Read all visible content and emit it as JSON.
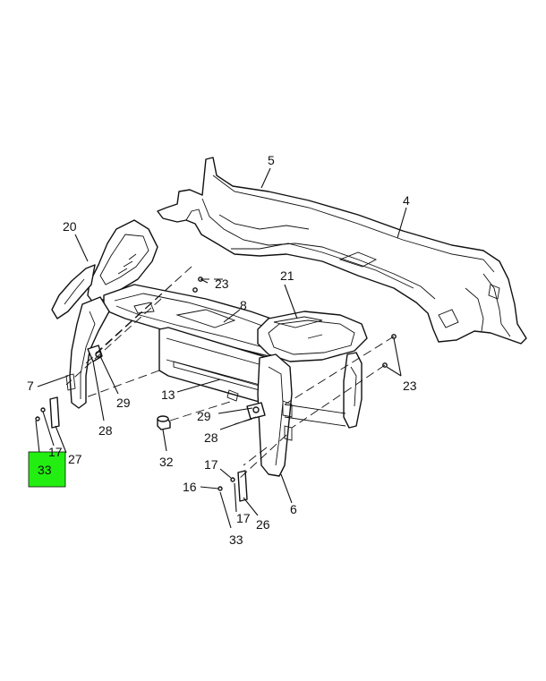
{
  "callouts": {
    "c5": "5",
    "c4": "4",
    "c20": "20",
    "c23a": "23",
    "c21": "21",
    "c8": "8",
    "c7": "7",
    "c29a": "29",
    "c23b": "23",
    "c13": "13",
    "c28a": "28",
    "c29b": "29",
    "c28b": "28",
    "c17a": "17",
    "c27": "27",
    "c33a": "33",
    "c32": "32",
    "c17b": "17",
    "c16": "16",
    "c6": "6",
    "c17c": "17",
    "c26": "26",
    "c33b": "33"
  },
  "highlight": {
    "label": "33",
    "color": "#22ee11"
  }
}
